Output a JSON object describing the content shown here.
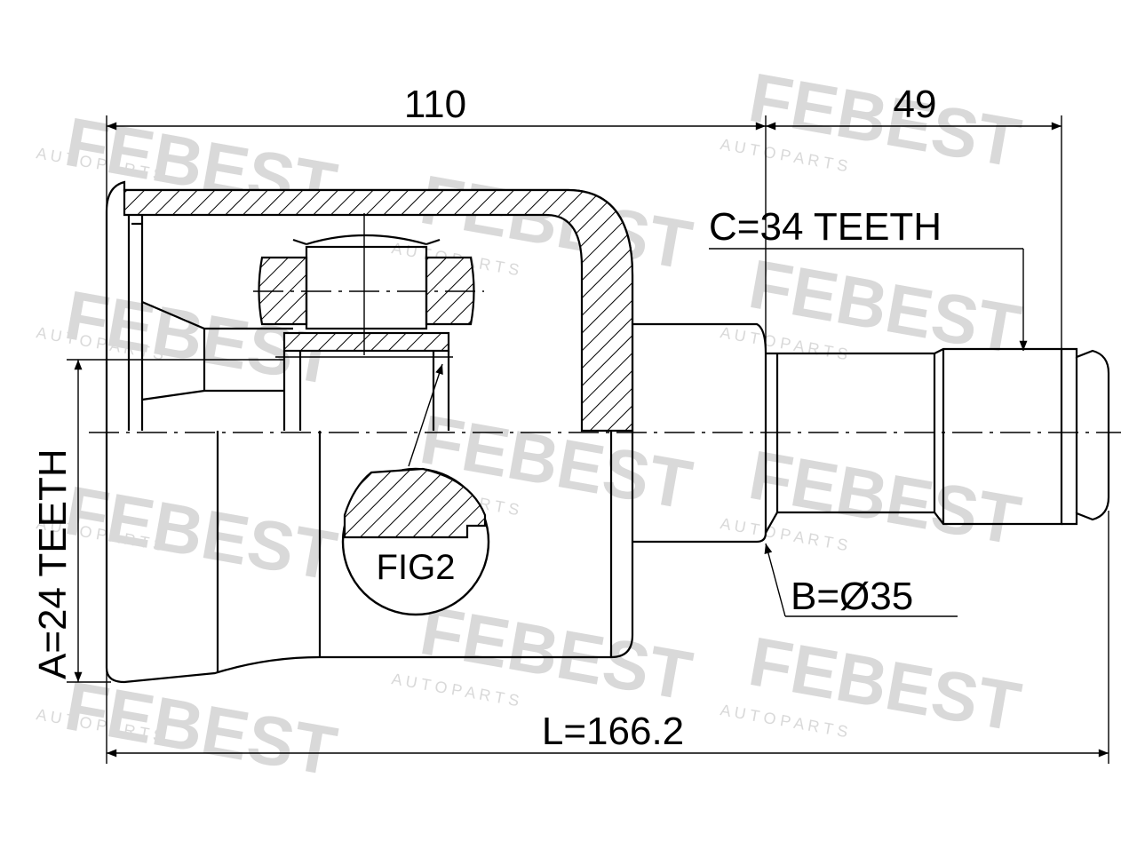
{
  "watermark": {
    "brand": "FEBEST",
    "tagline": "A U T O   P A R T S"
  },
  "dimensions": {
    "housing_length": "110",
    "shaft_length": "49",
    "total_length": "L=166.2",
    "outer_spline": "C=34 TEETH",
    "seal_diameter": "B=Ø35",
    "inner_spline": "A=24 TEETH"
  },
  "detail": {
    "label": "FIG2"
  }
}
